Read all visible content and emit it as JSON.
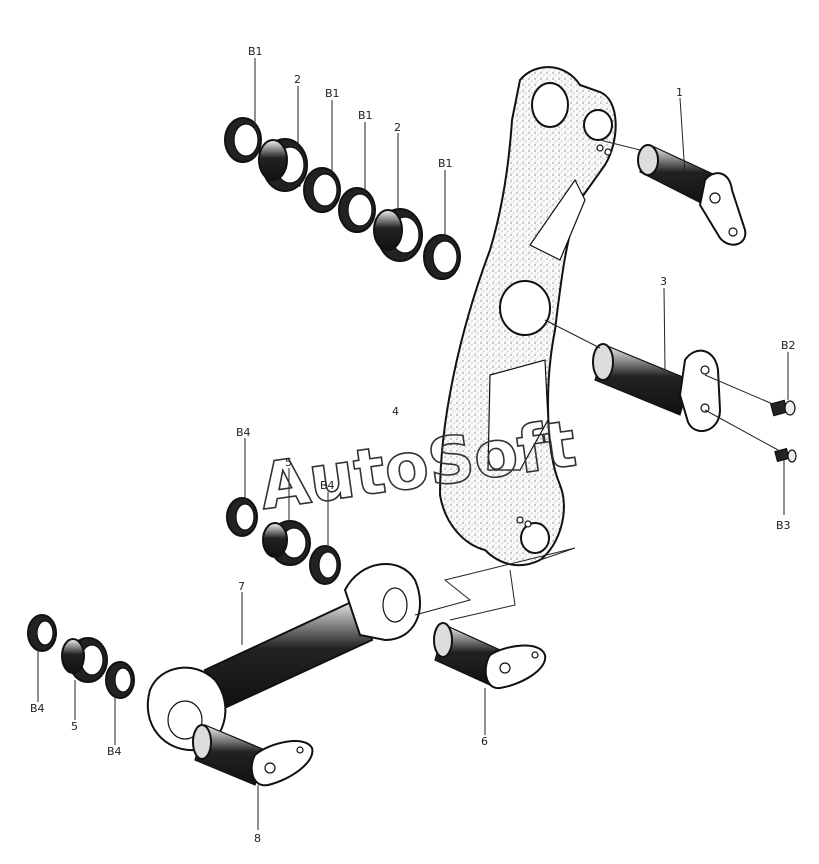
{
  "watermark": "AutoSoft",
  "labels": {
    "b1_a": "B1",
    "two_a": "2",
    "b1_b": "B1",
    "b1_c": "B1",
    "two_b": "2",
    "b1_d": "B1",
    "one": "1",
    "three": "3",
    "b2": "B2",
    "b3": "B3",
    "four": "4",
    "b4_a": "B4",
    "five_a": "5",
    "b4_b": "B4",
    "seven": "7",
    "b4_c": "B4",
    "five_b": "5",
    "b4_d": "B4",
    "six": "6",
    "eight": "8"
  }
}
